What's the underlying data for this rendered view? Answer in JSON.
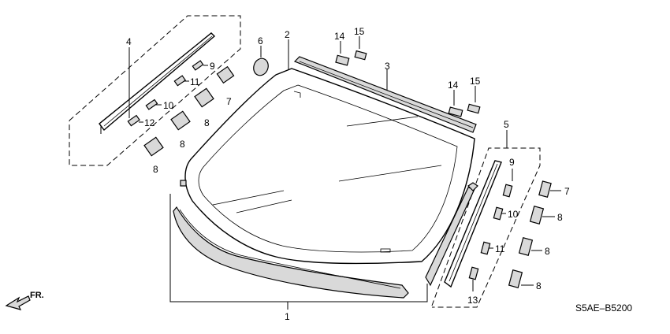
{
  "diagram": {
    "code": "S5AE–B5200",
    "front_label": "FR.",
    "callouts": {
      "c1": "1",
      "c2": "2",
      "c3": "3",
      "c4": "4",
      "c5": "5",
      "c6": "6",
      "c7a": "7",
      "c7b": "7",
      "c8a": "8",
      "c8b": "8",
      "c8c": "8",
      "c8d": "8",
      "c8e": "8",
      "c8f": "8",
      "c9a": "9",
      "c9b": "9",
      "c10a": "10",
      "c10b": "10",
      "c11a": "11",
      "c11b": "11",
      "c12": "12",
      "c13": "13",
      "c14a": "14",
      "c14b": "14",
      "c15a": "15",
      "c15b": "15"
    }
  }
}
